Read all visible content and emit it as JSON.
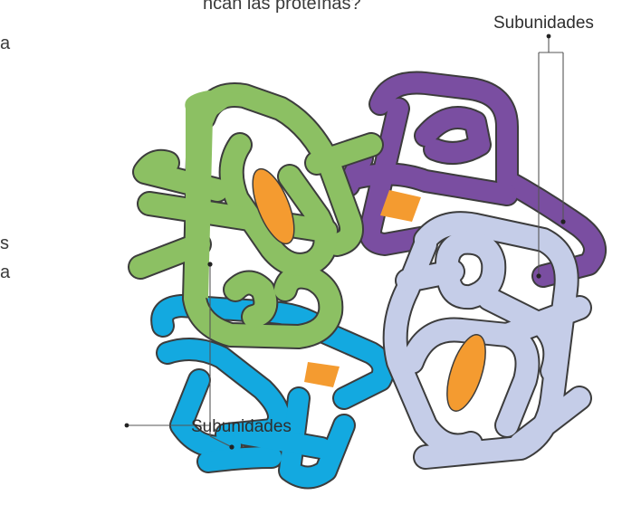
{
  "page": {
    "heading_fragment": "ncan las proteínas?",
    "side_fragment_1": "a",
    "side_fragment_2": "s",
    "side_fragment_3": "a"
  },
  "diagram": {
    "labels": {
      "top": "Subunidades",
      "bottom": "Subunidades"
    },
    "colors": {
      "green_subunit": "#8cc063",
      "purple_subunit": "#7a4ea1",
      "light_blue_subunit": "#c5cde8",
      "cyan_subunit": "#13a9e0",
      "heme_orange": "#f49b30",
      "outline": "#3c3c3c"
    }
  }
}
